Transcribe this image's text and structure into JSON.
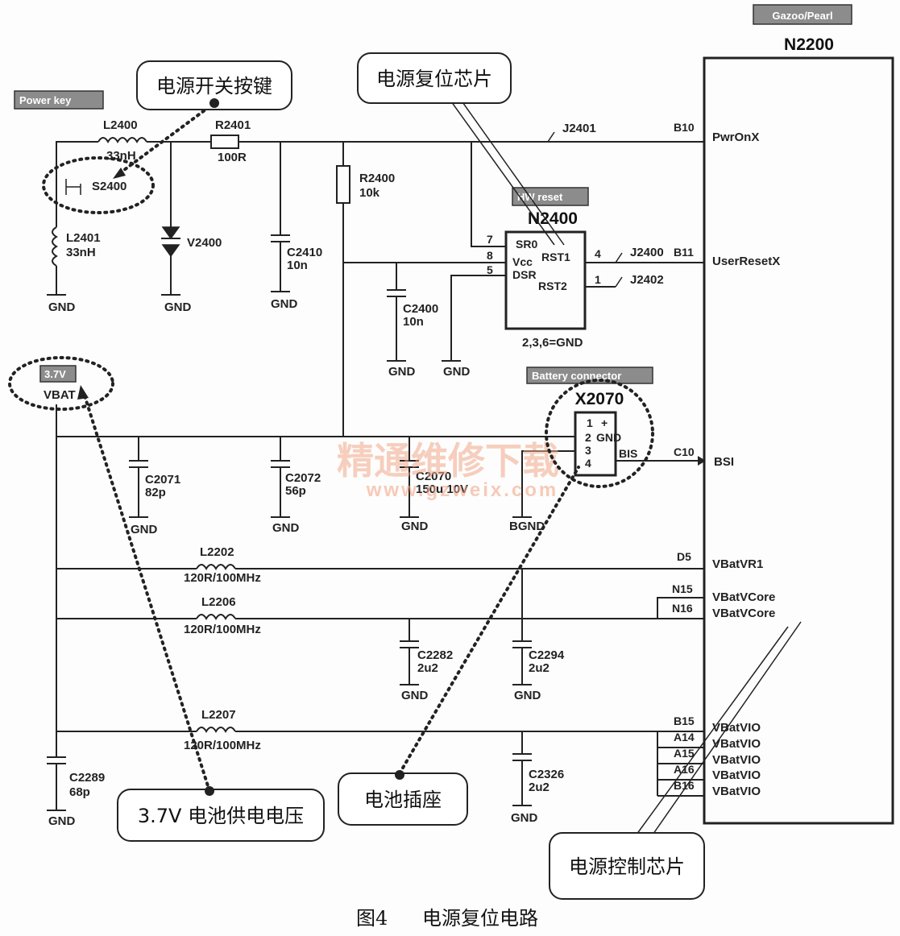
{
  "chip": {
    "vendor_tag": "Gazoo/Pearl",
    "name": "N2200",
    "pins": [
      {
        "ball": "B10",
        "net": "PwrOnX"
      },
      {
        "ball": "B11",
        "net": "UserResetX"
      },
      {
        "ball": "C10",
        "net": "BSI"
      },
      {
        "ball": "D5",
        "net": "VBatVR1"
      },
      {
        "ball": "N15",
        "net": "VBatVCore"
      },
      {
        "ball": "N16",
        "net": "VBatVCore"
      },
      {
        "ball": "B15",
        "net": "VBatVIO"
      },
      {
        "ball": "A14",
        "net": "VBatVIO"
      },
      {
        "ball": "A15",
        "net": "VBatVIO"
      },
      {
        "ball": "A16",
        "net": "VBatVIO"
      },
      {
        "ball": "B16",
        "net": "VBatVIO"
      }
    ]
  },
  "power_key": {
    "tag": "Power key",
    "switch": "S2400",
    "l2400": {
      "ref": "L2400",
      "val": "33nH"
    },
    "l2401": {
      "ref": "L2401",
      "val": "33nH"
    },
    "r2401": {
      "ref": "R2401",
      "val": "100R"
    },
    "v2400": "V2400",
    "c2410": {
      "ref": "C2410",
      "val": "10n"
    },
    "r2400": {
      "ref": "R2400",
      "val": "10k"
    },
    "c2400": {
      "ref": "C2400",
      "val": "10n"
    },
    "j2401": "J2401"
  },
  "reset": {
    "tag": "HW reset",
    "name": "N2400",
    "pins": {
      "sr0": "SR0",
      "vcc": "Vcc",
      "dsr": "DSR",
      "rst1": "RST1",
      "rst2": "RST2",
      "n7": "7",
      "n8": "8",
      "n5": "5",
      "n4": "4",
      "n1": "1"
    },
    "gnd_note": "2,3,6=GND",
    "j2400": "J2400",
    "j2402": "J2402"
  },
  "battery": {
    "tag": "Battery connector",
    "name": "X2070",
    "pins": {
      "p1": "1",
      "plus": "+",
      "p2": "2",
      "gnd": "GND",
      "p3": "3",
      "p4": "4",
      "bis": "BIS"
    },
    "bgnd": "BGND",
    "vtag": "3.7V",
    "vbat": "VBAT",
    "c2071": {
      "ref": "C2071",
      "val": "82p"
    },
    "c2072": {
      "ref": "C2072",
      "val": "56p"
    },
    "c2070": {
      "ref": "C2070",
      "val": "150u 10V"
    }
  },
  "filters": {
    "l2202": {
      "ref": "L2202",
      "val": "120R/100MHz"
    },
    "l2206": {
      "ref": "L2206",
      "val": "120R/100MHz"
    },
    "l2207": {
      "ref": "L2207",
      "val": "120R/100MHz"
    },
    "c2282": {
      "ref": "C2282",
      "val": "2u2"
    },
    "c2294": {
      "ref": "C2294",
      "val": "2u2"
    },
    "c2326": {
      "ref": "C2326",
      "val": "2u2"
    },
    "c2289": {
      "ref": "C2289",
      "val": "68p"
    }
  },
  "gnd": "GND",
  "callouts": {
    "power_switch": "电源开关按键",
    "reset_chip": "电源复位芯片",
    "battery_voltage": "3.7V 电池供电电压",
    "battery_socket": "电池插座",
    "power_chip": "电源控制芯片"
  },
  "watermark": {
    "cn": "精通维修下载",
    "url": "www.gzweix.com"
  },
  "caption": {
    "fig": "图4",
    "title": "电源复位电路"
  }
}
